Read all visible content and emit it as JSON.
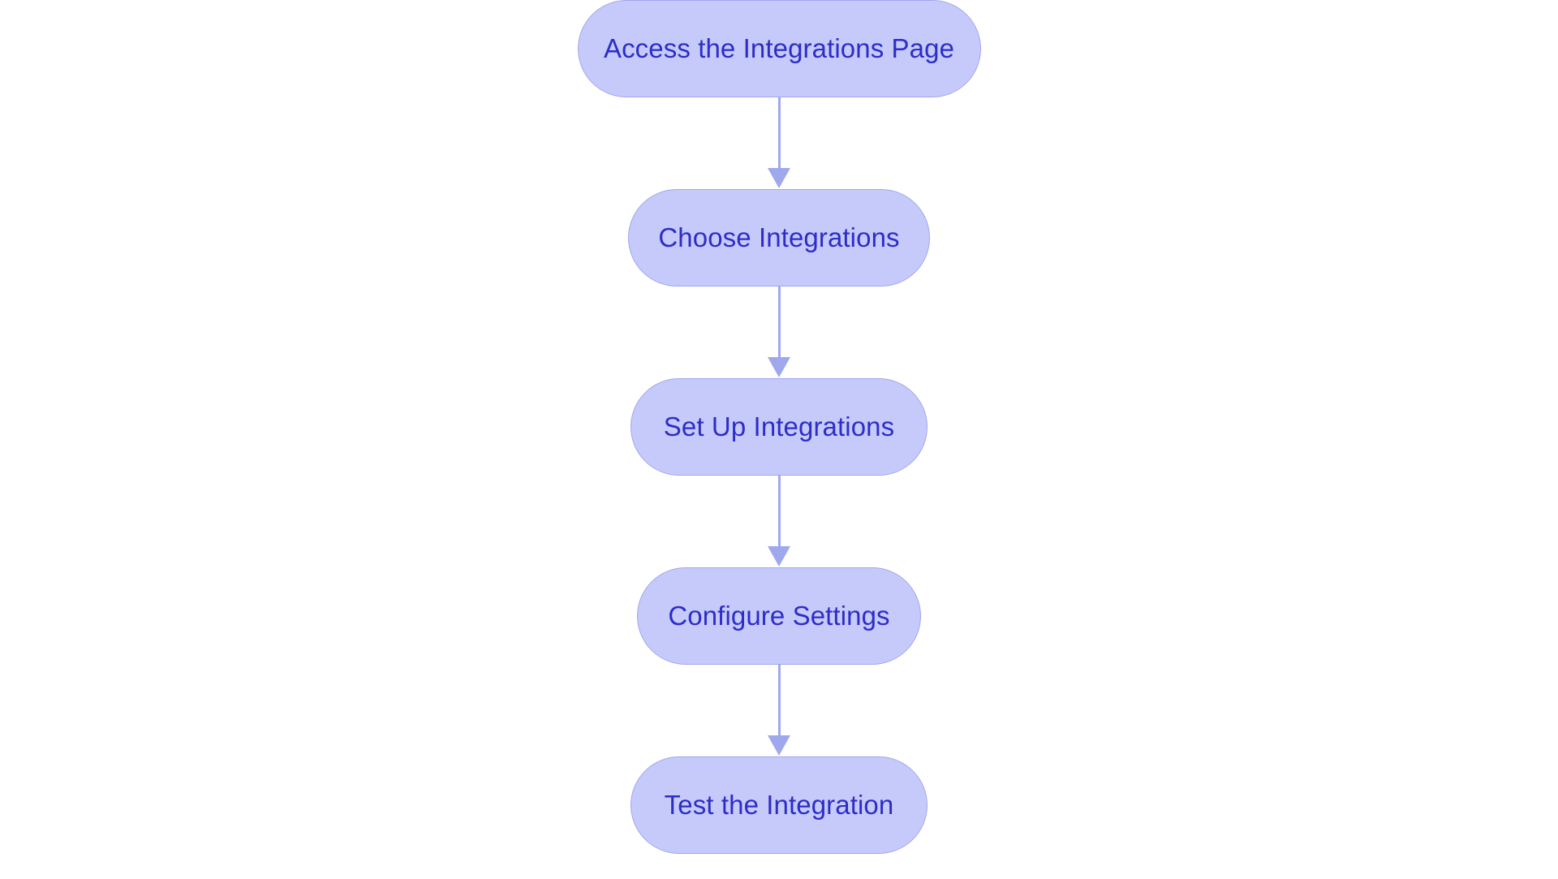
{
  "chart_data": {
    "type": "diagram",
    "diagram_kind": "flowchart",
    "title": "",
    "orientation": "top-to-bottom",
    "background_color": "#ffffff",
    "node_style": {
      "shape": "stadium",
      "fill_color": "#c6cafb",
      "border_color": "#a0a7ec",
      "text_color": "#2d2dc8"
    },
    "edge_style": {
      "color": "#9fa8ec",
      "arrowhead": "filled-triangle",
      "label": ""
    },
    "nodes": [
      {
        "id": "n1",
        "label": "Access the Integrations Page",
        "order": 1
      },
      {
        "id": "n2",
        "label": "Choose Integrations",
        "order": 2
      },
      {
        "id": "n3",
        "label": "Set Up Integrations",
        "order": 3
      },
      {
        "id": "n4",
        "label": "Configure Settings",
        "order": 4
      },
      {
        "id": "n5",
        "label": "Test the Integration",
        "order": 5
      }
    ],
    "edges": [
      {
        "from": "n1",
        "to": "n2",
        "label": ""
      },
      {
        "from": "n2",
        "to": "n3",
        "label": ""
      },
      {
        "from": "n3",
        "to": "n4",
        "label": ""
      },
      {
        "from": "n4",
        "to": "n5",
        "label": ""
      }
    ]
  },
  "flowchart": {
    "steps": [
      {
        "label": "Access the Integrations Page"
      },
      {
        "label": "Choose Integrations"
      },
      {
        "label": "Set Up Integrations"
      },
      {
        "label": "Configure Settings"
      },
      {
        "label": "Test the Integration"
      }
    ]
  }
}
